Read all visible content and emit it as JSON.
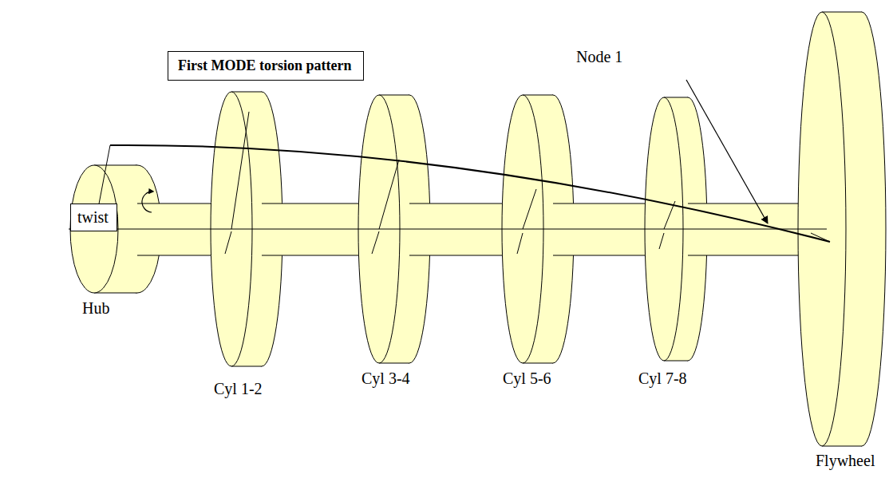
{
  "diagram": {
    "nodes": [
      {
        "text": [
          "First MODE torsion pattern"
        ]
      },
      {
        "text": [
          "twist"
        ]
      }
    ],
    "labels": [
      "Node 1",
      "Hub",
      "Cyl 1-2",
      "Cyl 3-4",
      "Cyl 5-6",
      "Cyl 7-8",
      "Flywheel"
    ]
  }
}
